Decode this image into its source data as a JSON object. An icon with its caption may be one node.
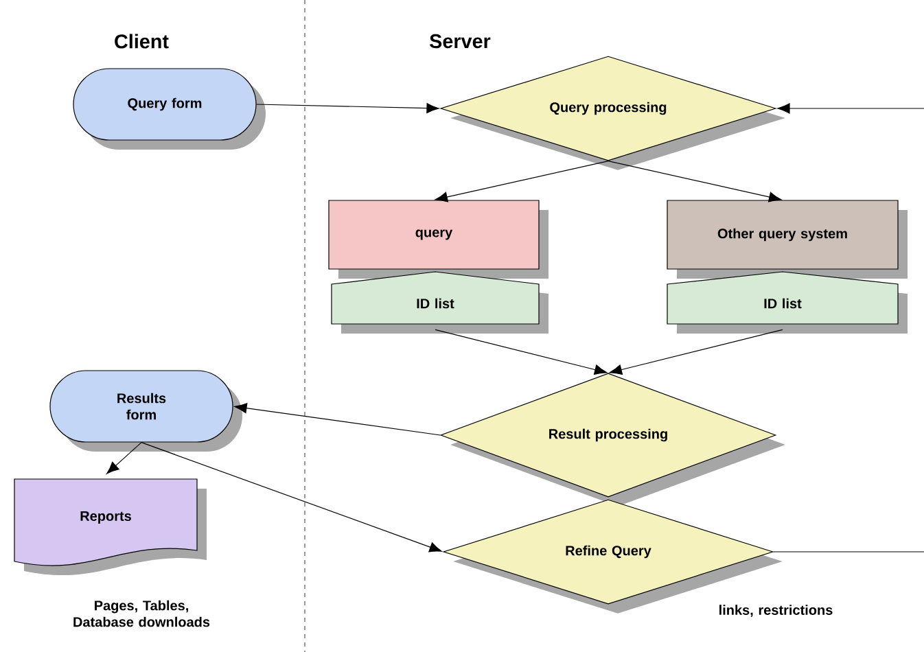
{
  "diagram": {
    "nodes": [
      {
        "text": [
          "Query form"
        ]
      },
      {
        "text": [
          "Query processing"
        ]
      },
      {
        "text": [
          "query"
        ]
      },
      {
        "text": [
          "Other query system"
        ]
      },
      {
        "text": [
          "ID list"
        ]
      },
      {
        "text": [
          "ID list"
        ]
      },
      {
        "text": [
          "Results form"
        ]
      },
      {
        "text": [
          "Result processing"
        ]
      },
      {
        "text": [
          "Reports"
        ],
        "beside": [
          "Pages, Tables, Database downloads"
        ]
      },
      {
        "text": [
          "Refine Query"
        ],
        "beside": [
          "links, restrictions"
        ]
      }
    ],
    "edges": [
      {
        "from": 0,
        "to": 1,
        "arrow": "to"
      },
      {
        "from": null,
        "to": 1,
        "arrow": "to"
      },
      {
        "from": 1,
        "to": 2,
        "arrow": "to"
      },
      {
        "from": 1,
        "to": 3,
        "arrow": "to"
      },
      {
        "from": 4,
        "to": 7,
        "arrow": "to"
      },
      {
        "from": 5,
        "to": 7,
        "arrow": "to"
      },
      {
        "from": 7,
        "to": 6,
        "arrow": "to"
      },
      {
        "from": 6,
        "to": 8,
        "arrow": "to"
      },
      {
        "from": 6,
        "to": 9,
        "arrow": "to"
      },
      {
        "from": 9,
        "to": null,
        "arrow": "none"
      }
    ],
    "labels": [
      "Client",
      "Server"
    ]
  }
}
